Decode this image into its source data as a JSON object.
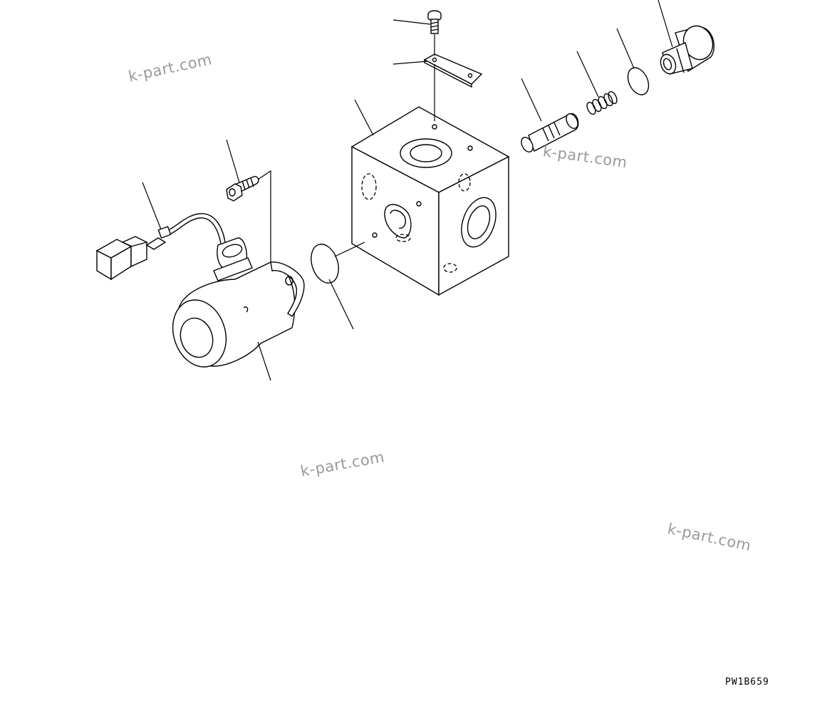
{
  "figure": {
    "code": "PW1B659"
  },
  "watermarks": [
    "k-part.com",
    "k-part.com",
    "k-part.com",
    "k-part.com"
  ]
}
